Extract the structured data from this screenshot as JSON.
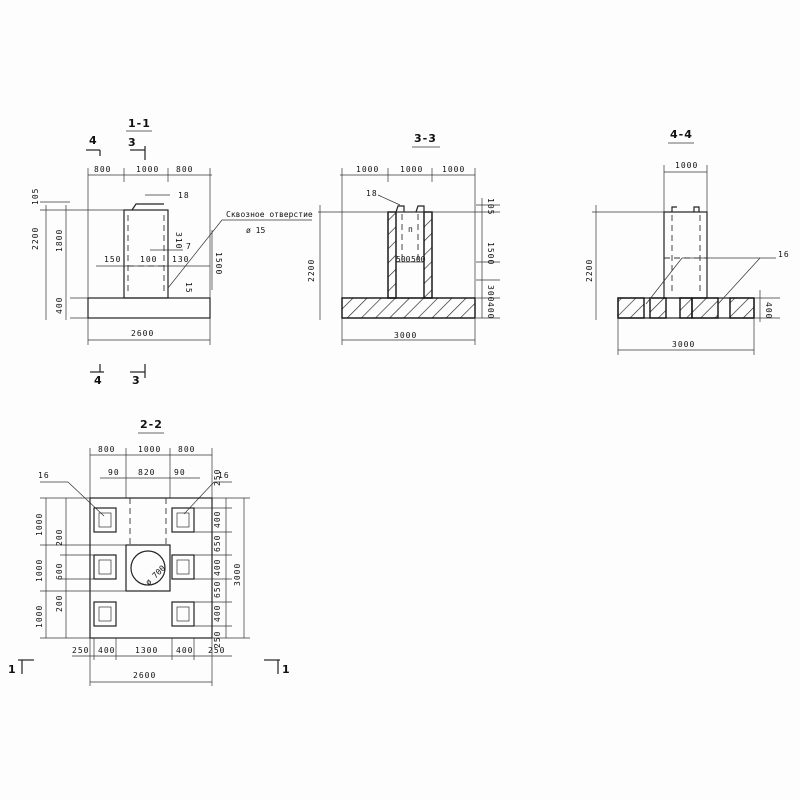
{
  "views": {
    "s11": {
      "title": "1-1",
      "cut4": "4",
      "cut3": "3",
      "cut4b": "4",
      "cut3b": "3",
      "dims_top": [
        "800",
        "1000",
        "800"
      ],
      "dim_total": "2600",
      "dim_height": "2200",
      "dim_pedestal": "1800",
      "dim_base": "400",
      "dim_top_small": "105",
      "dim_inner_1": "150",
      "dim_inner_2": "100",
      "dim_inner_3": "130",
      "dim_side_310": "310",
      "dim_side_1500": "1500",
      "dim_side_15": "15",
      "callout_18": "18",
      "callout_7": "7",
      "note_line1": "Сквозное отверстие",
      "note_line2": "ø 15"
    },
    "s33": {
      "title": "3-3",
      "dims_top": [
        "1000",
        "1000",
        "1000"
      ],
      "dim_total": "3000",
      "dim_height": "2200",
      "dim_1500": "1500",
      "dim_300": "300",
      "dim_400": "400",
      "dim_105": "105",
      "inner_1": "500",
      "inner_2": "500",
      "callout_18": "18"
    },
    "s44": {
      "title": "4-4",
      "dim_top": "1000",
      "dim_height": "2200",
      "dim_total": "3000",
      "dim_400": "400",
      "callout_16": "16"
    },
    "s22": {
      "title": "2-2",
      "dims_top": [
        "800",
        "1000",
        "800"
      ],
      "dims_top2": [
        "90",
        "820",
        "90"
      ],
      "callout_16_left": "16",
      "callout_16_right": "16",
      "dims_bottom": [
        "250",
        "400",
        "1300",
        "400",
        "250"
      ],
      "dim_total": "2600",
      "dims_left_outer": [
        "1000",
        "1000",
        "1000"
      ],
      "dims_left_inner": [
        "200",
        "600",
        "200"
      ],
      "dims_right": [
        "250",
        "400",
        "650",
        "400",
        "650",
        "400",
        "250"
      ],
      "dim_right_total": "3000",
      "circle_label": "ø 700",
      "cut_left": "1",
      "cut_right": "1"
    }
  }
}
